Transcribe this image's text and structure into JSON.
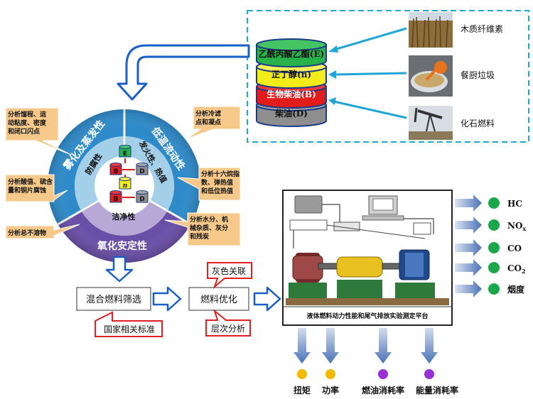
{
  "source_stack": {
    "layers": [
      {
        "label": "乙酰丙酸乙酯(E)",
        "color": "#29b24a"
      },
      {
        "label": "正丁醇(n)",
        "color": "#f2ec19"
      },
      {
        "label": "生物柴油(B)",
        "color": "#e21b1b"
      },
      {
        "label": "柴油(D)",
        "color": "#8e8e8e"
      }
    ]
  },
  "sources": [
    {
      "label": "木质纤维素",
      "icon": "biomass-field-photo"
    },
    {
      "label": "餐厨垃圾",
      "icon": "kitchen-waste-photo"
    },
    {
      "label": "化石燃料",
      "icon": "oil-pump-photo"
    }
  ],
  "wheel": {
    "outer": [
      "雾化及蒸发性",
      "低温流动性",
      "氧化安定性"
    ],
    "inner": [
      "防腐性",
      "发火性、热值",
      "洁净性"
    ],
    "center_letters": [
      "E",
      "B",
      "D",
      "n",
      "B",
      "D"
    ]
  },
  "annotations": [
    "分析馏程、运动粘度、密度和闭口闪点",
    "分析酸值、硫含量和铜片腐蚀",
    "分析总不溶物",
    "分析冷滤点和凝点",
    "分析十六烷指数、弹热值和低位热值",
    "分析水分、机械杂质、灰分和残炭"
  ],
  "flow": {
    "blend_screening": "混合燃料筛选",
    "national_standard": "国家相关标准",
    "fuel_optimization": "燃料优化",
    "grey_relation": "灰色关联",
    "ahp": "层次分析"
  },
  "platform": {
    "title": "液体燃料动力性能和尾气排放实验测定平台"
  },
  "emissions": [
    "HC",
    "NO",
    "x",
    "CO",
    "CO",
    "2",
    "烟度"
  ],
  "performance": [
    "扭矩",
    "功率",
    "燃油消耗率",
    "能量消耗率"
  ],
  "colors": {
    "blue": "#1a5fc8",
    "red": "#e02020",
    "wheel_blue": "#2e8ac9",
    "wheel_purple": "#6a4fa7",
    "green_dot": "#1aa84a",
    "yellow_dot": "#f5b800",
    "purple_dot": "#9a2fd6"
  }
}
